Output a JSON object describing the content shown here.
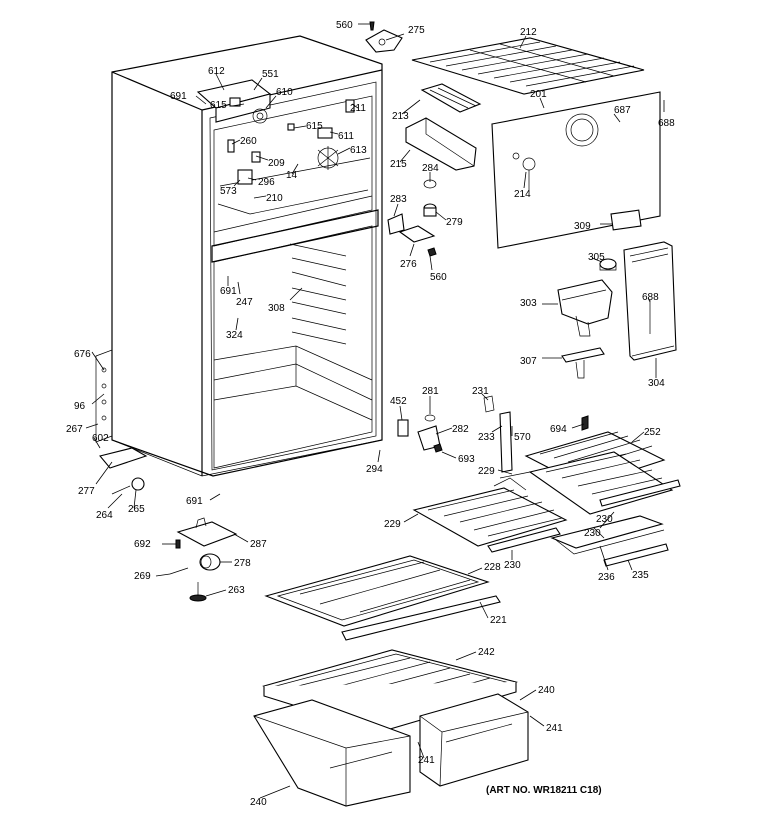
{
  "diagram": {
    "art_number": "(ART NO. WR18211 C18)",
    "part_labels": [
      "560",
      "275",
      "212",
      "612",
      "551",
      "691",
      "615",
      "610",
      "211",
      "201",
      "687",
      "688",
      "213",
      "615",
      "611",
      "260",
      "613",
      "215",
      "209",
      "296",
      "14",
      "573",
      "284",
      "214",
      "210",
      "283",
      "279",
      "309",
      "276",
      "560",
      "305",
      "691",
      "247",
      "308",
      "303",
      "688",
      "324",
      "307",
      "304",
      "676",
      "96",
      "452",
      "281",
      "231",
      "267",
      "694",
      "602",
      "282",
      "233",
      "570",
      "252",
      "294",
      "693",
      "229",
      "277",
      "691",
      "264",
      "265",
      "229",
      "230",
      "230",
      "230",
      "692",
      "287",
      "278",
      "236",
      "235",
      "269",
      "228",
      "263",
      "221",
      "242",
      "240",
      "241",
      "241",
      "240"
    ]
  }
}
